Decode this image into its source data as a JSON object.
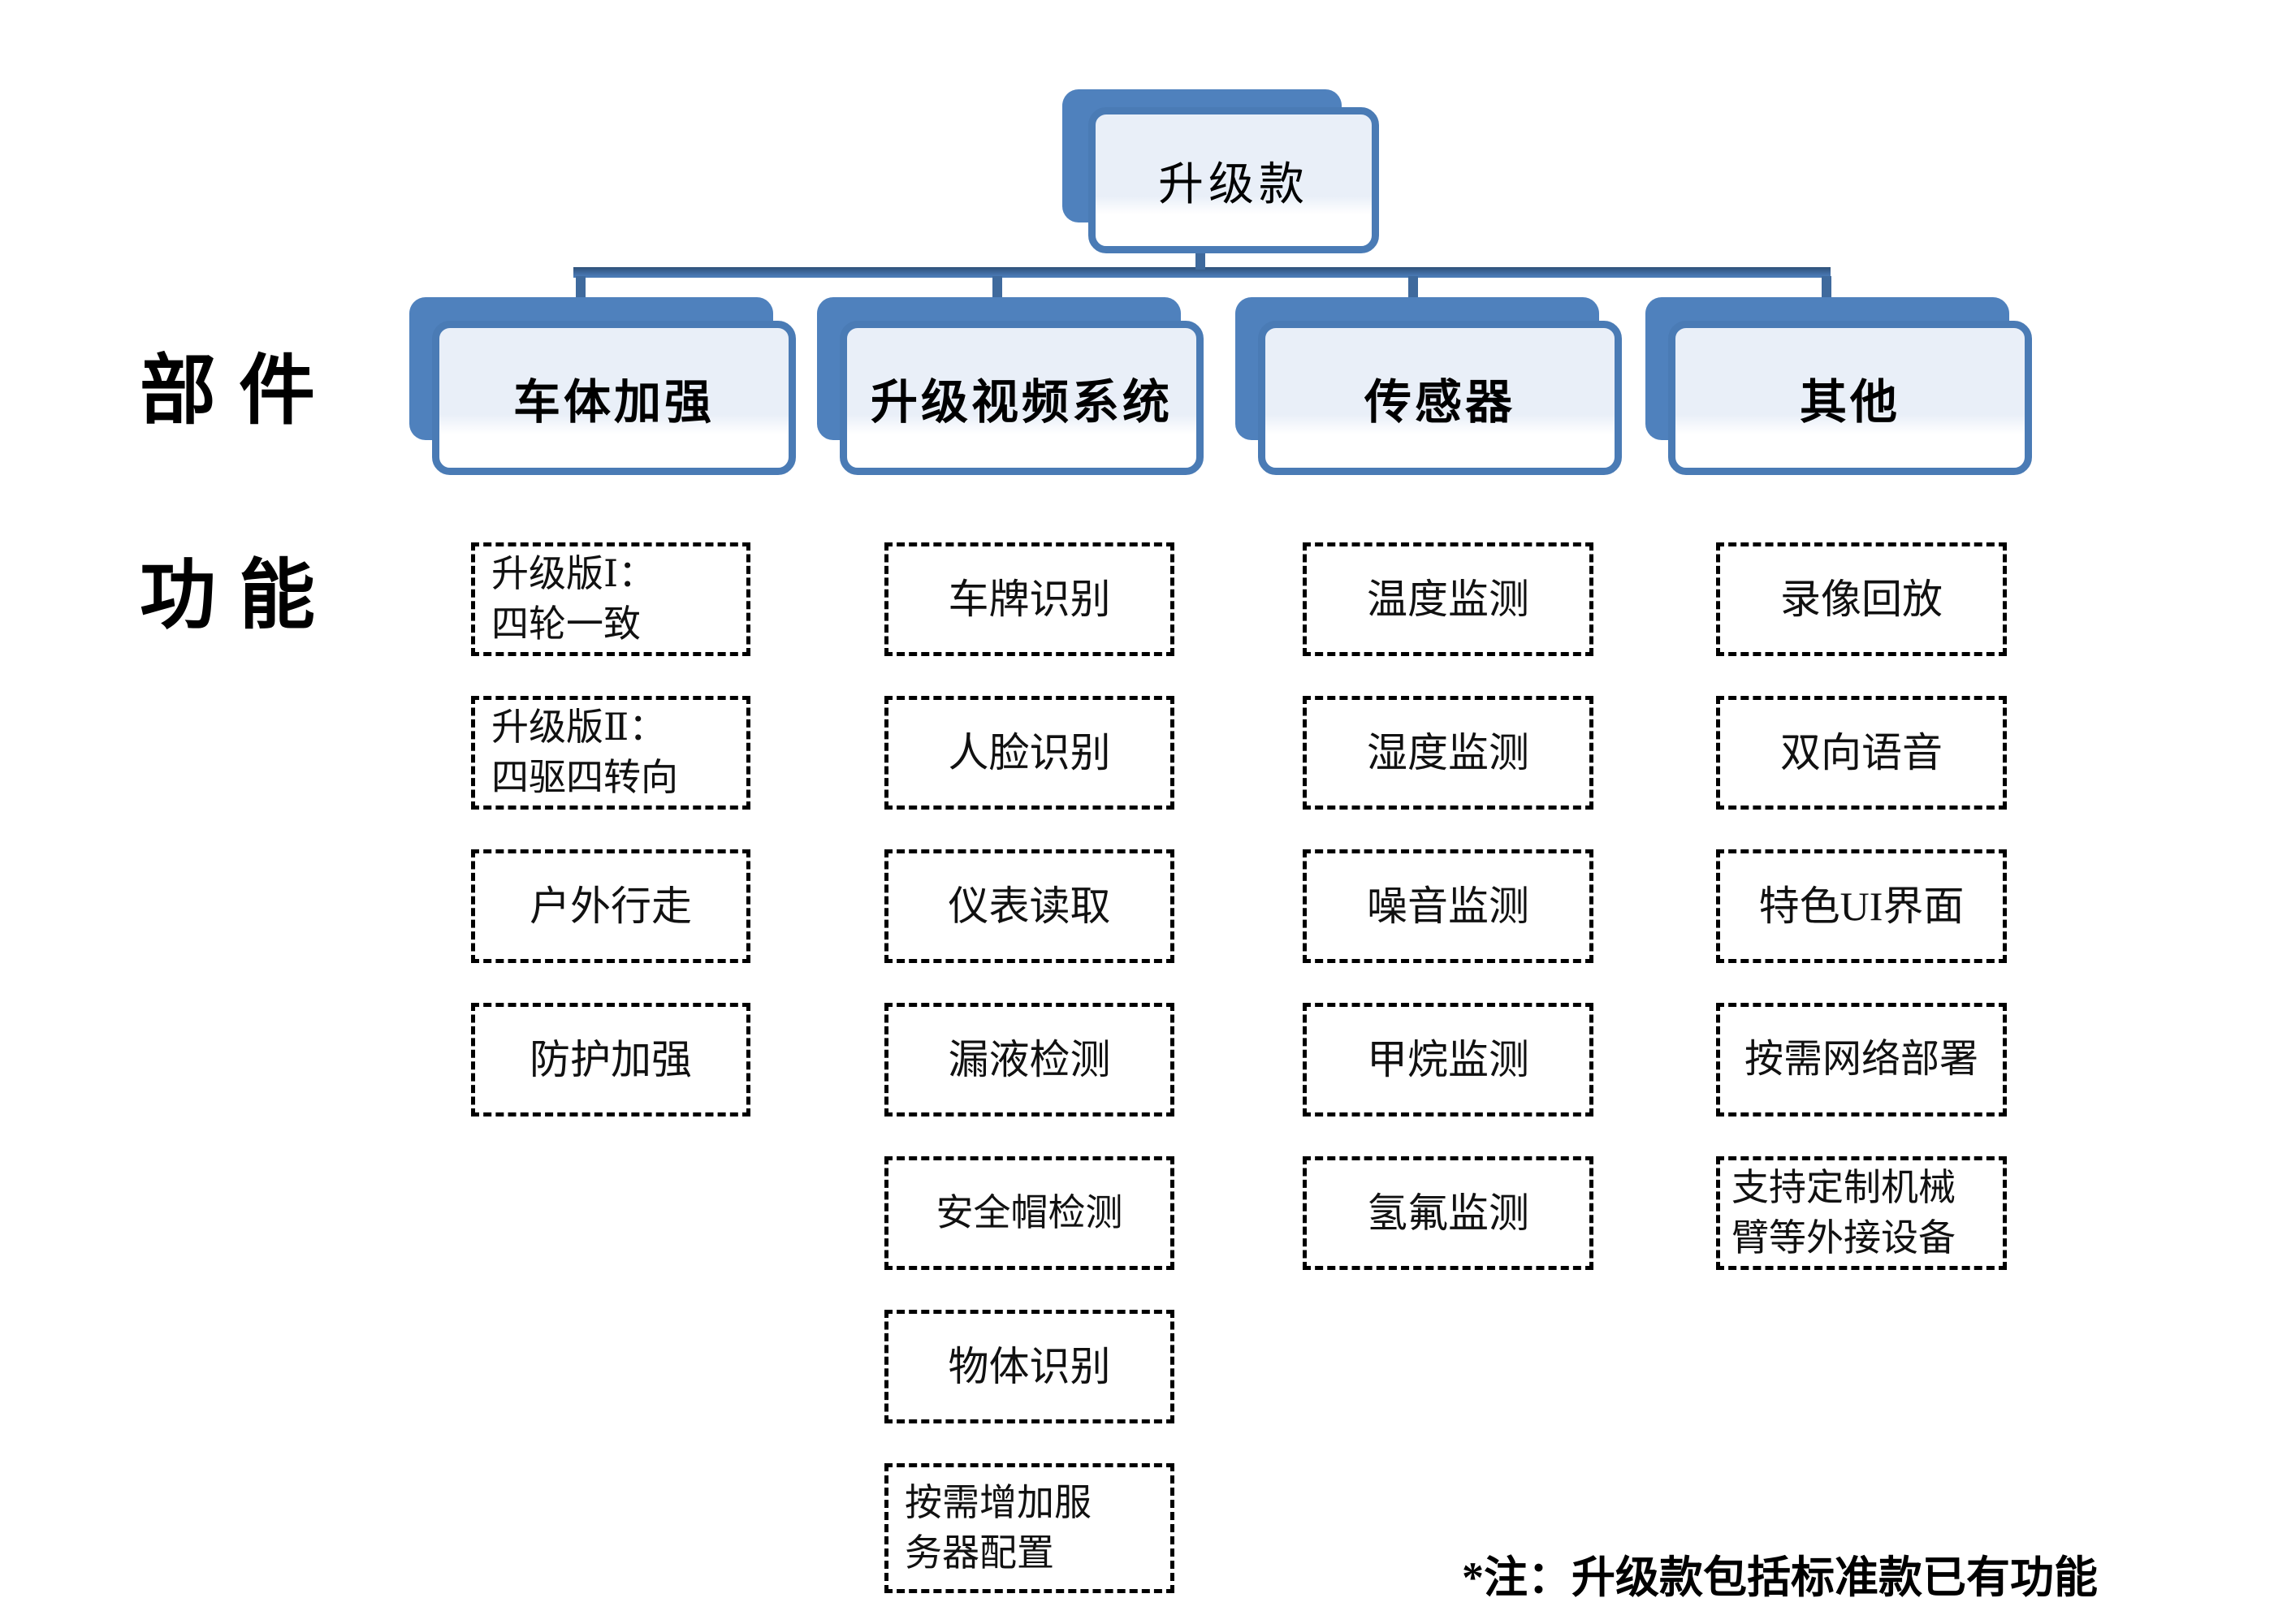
{
  "root": {
    "label": "升级款"
  },
  "row_labels": {
    "components": "部件",
    "functions": "功能"
  },
  "columns": [
    {
      "header": "车体加强",
      "items": [
        {
          "text": "升级版Ⅰ：\n四轮一致"
        },
        {
          "text": "升级版Ⅱ：\n四驱四转向"
        },
        {
          "text": "户外行走"
        },
        {
          "text": "防护加强"
        }
      ]
    },
    {
      "header": "升级视频系统",
      "items": [
        {
          "text": "车牌识别"
        },
        {
          "text": "人脸识别"
        },
        {
          "text": "仪表读取"
        },
        {
          "text": "漏液检测"
        },
        {
          "text": "安全帽检测"
        },
        {
          "text": "物体识别"
        },
        {
          "text": "按需增加服\n务器配置"
        }
      ]
    },
    {
      "header": "传感器",
      "items": [
        {
          "text": "温度监测"
        },
        {
          "text": "湿度监测"
        },
        {
          "text": "噪音监测"
        },
        {
          "text": "甲烷监测"
        },
        {
          "text": "氢氟监测"
        }
      ]
    },
    {
      "header": "其他",
      "items": [
        {
          "text": "录像回放"
        },
        {
          "text": "双向语音"
        },
        {
          "text": "特色UI界面"
        },
        {
          "text": "按需网络部署"
        },
        {
          "text": "支持定制机械\n臂等外接设备"
        }
      ]
    }
  ],
  "footnote": "*注：升级款包括标准款已有功能",
  "colors": {
    "accent": "#4f81bd",
    "node_border": "#4a7bb5",
    "node_fill": "#e9eff8",
    "connector_dark": "#2e5078",
    "connector": "#4a7ab5",
    "dashed_border": "#000000",
    "background": "#ffffff"
  }
}
